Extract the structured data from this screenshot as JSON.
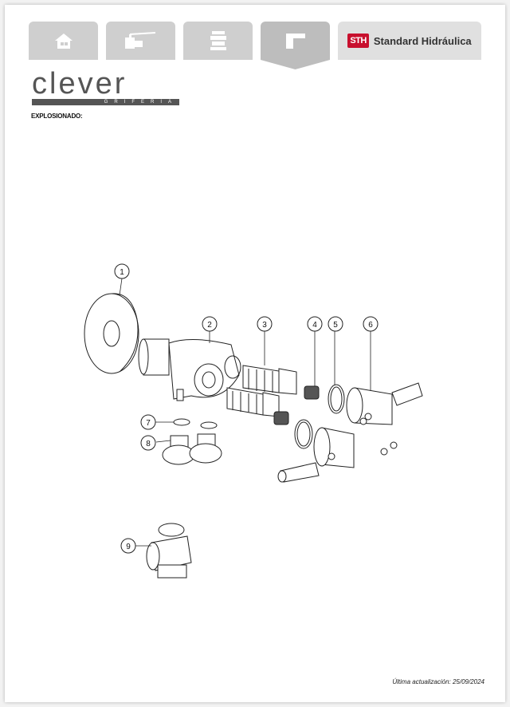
{
  "tabs": [
    {
      "icon": "house-icon"
    },
    {
      "icon": "valve-icon"
    },
    {
      "icon": "cartridge-icon"
    },
    {
      "icon": "faucet-icon",
      "active": true
    }
  ],
  "brand": {
    "mark": "STH",
    "name": "Standard Hidráulica"
  },
  "logo": {
    "word": "clever",
    "tagline": "GRIFERIA"
  },
  "section_title": "EXPLOSIONADO:",
  "callouts": [
    "1",
    "2",
    "3",
    "4",
    "5",
    "6",
    "7",
    "8",
    "9"
  ],
  "footer": "Última actualización: 25/09/2024"
}
